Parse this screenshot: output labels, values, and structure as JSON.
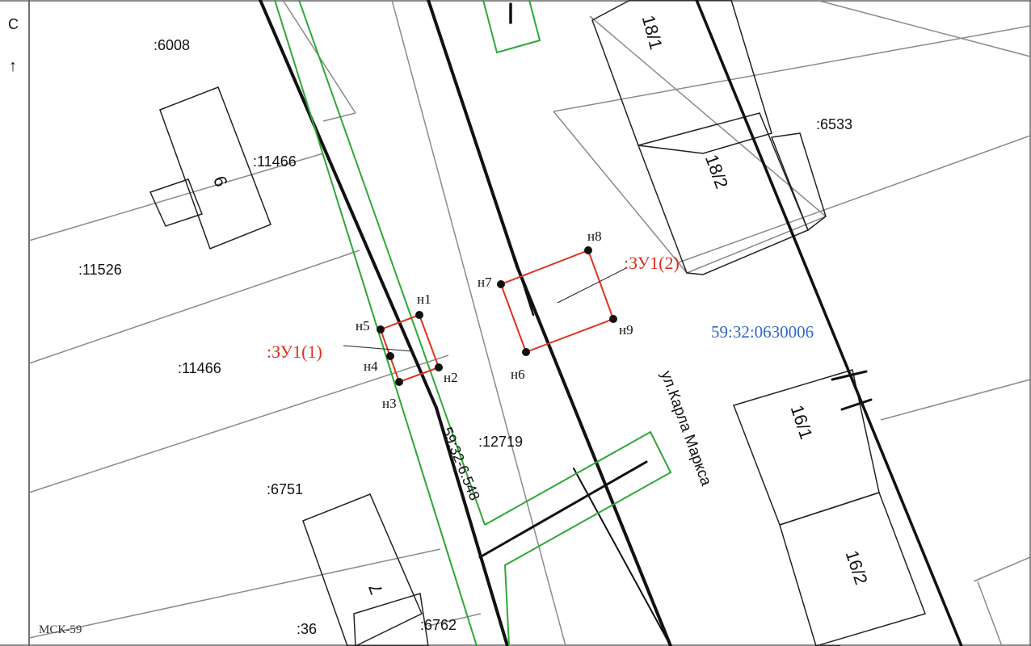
{
  "north": {
    "letter": "С",
    "arrow": "↑"
  },
  "crs_label": "МСК-59",
  "quarter_number": "59:32:0630006",
  "street_name": "ул.Карла Маркса",
  "road_parcel": "59:32-6.548",
  "parcels": [
    ":6008",
    ":11466",
    ":11526",
    ":11466",
    ":6751",
    ":36",
    ":6762",
    ":12719",
    ":6533"
  ],
  "buildings": [
    "9",
    "7",
    "18/1",
    "18/2",
    "16/1",
    "16/2"
  ],
  "new_parcels": [
    ":ЗУ1(1)",
    ":ЗУ1(2)"
  ],
  "points": [
    "н1",
    "н2",
    "н3",
    "н4",
    "н5",
    "н6",
    "н7",
    "н8",
    "н9"
  ],
  "colors": {
    "red": "#e0301e",
    "green": "#2ea836",
    "blue": "#2f68c8",
    "boundary": "#8a8a8a",
    "line": "#111111"
  }
}
